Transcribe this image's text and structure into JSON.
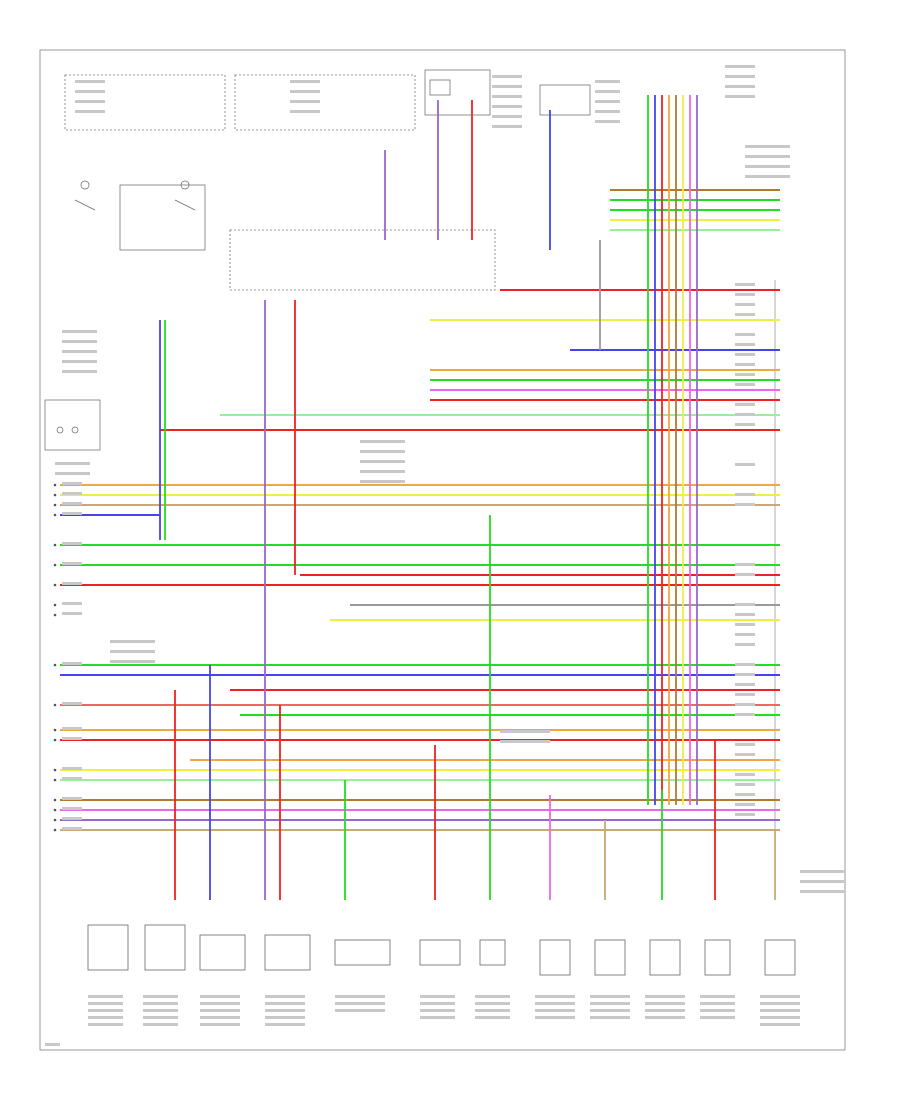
{
  "diagram": {
    "title": "",
    "page_label": "",
    "page_marker": "",
    "connector_label": "",
    "fuse_box_label": "",
    "ground_label": "",
    "module_label": "",
    "bottom_components": [
      {
        "id": "c1",
        "label": ""
      },
      {
        "id": "c2",
        "label": ""
      },
      {
        "id": "c3",
        "label": ""
      },
      {
        "id": "c4",
        "label": ""
      },
      {
        "id": "c5",
        "label": ""
      },
      {
        "id": "c6",
        "label": ""
      },
      {
        "id": "c7",
        "label": ""
      },
      {
        "id": "c8",
        "label": ""
      },
      {
        "id": "c9",
        "label": ""
      },
      {
        "id": "c10",
        "label": ""
      },
      {
        "id": "c11",
        "label": ""
      },
      {
        "id": "c12",
        "label": ""
      }
    ],
    "wire_colors": {
      "green": "#22dd22",
      "red": "#ee2222",
      "blue": "#4444ee",
      "yellow": "#eeee44",
      "orange": "#f2a640",
      "pink": "#ee66ee",
      "brown": "#b07a30",
      "tan": "#c8a878",
      "gray": "#9a9a9a",
      "lightgreen": "#99ee99",
      "black": "#333333",
      "violet": "#9966cc"
    }
  }
}
